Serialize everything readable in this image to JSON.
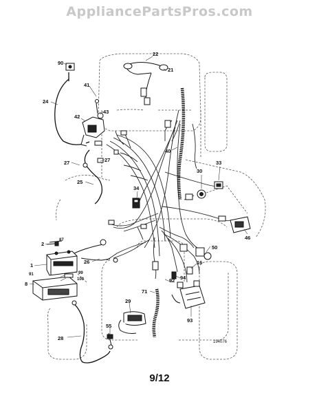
{
  "watermark": "AppliancePartsPros.com",
  "page_number": "9/12",
  "figure_code": "194076",
  "callouts": {
    "c90": "90",
    "c41": "41",
    "c24": "24",
    "c42": "42",
    "c43": "43",
    "c27a": "27",
    "c27b": "27",
    "c25": "25",
    "c22": "22",
    "c21": "21",
    "c40": "40",
    "c30": "30",
    "c33": "33",
    "c34": "34",
    "c46": "46",
    "c50": "50",
    "c2": "2",
    "c87": "87",
    "c1": "1",
    "c91": "91",
    "c8": "8",
    "c99": "99",
    "c100": "100",
    "c26": "26",
    "c16": "16",
    "c94": "94",
    "c92": "92",
    "c71": "71",
    "c29": "29",
    "c93": "93",
    "c55": "55",
    "c28": "28"
  }
}
